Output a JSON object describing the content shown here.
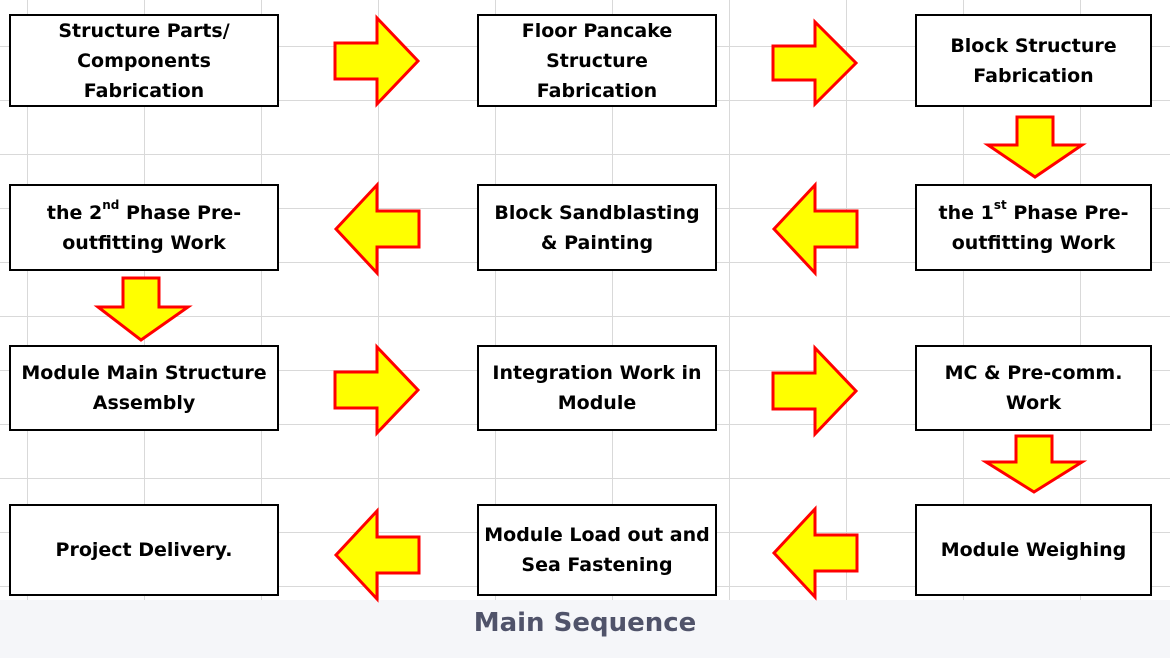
{
  "diagram": {
    "caption": "Main Sequence",
    "steps": [
      {
        "label": "Structure Parts/ Components Fabrication"
      },
      {
        "label": "Floor Pancake Structure Fabrication"
      },
      {
        "label": "Block Structure Fabrication"
      },
      {
        "prefix": "the 1",
        "sup": "st",
        "suffix": " Phase Pre-outfitting Work"
      },
      {
        "label": "Block Sandblasting & Painting"
      },
      {
        "prefix": "the 2",
        "sup": "nd",
        "suffix": " Phase Pre-outfitting Work"
      },
      {
        "label": "Module Main Structure Assembly"
      },
      {
        "label": "Integration Work in Module"
      },
      {
        "label": "MC & Pre-comm. Work"
      },
      {
        "label": "Module Weighing"
      },
      {
        "label": "Module Load out and Sea Fastening"
      },
      {
        "label": "Project Delivery."
      }
    ],
    "arrow_colors": {
      "fill": "#ffff00",
      "stroke": "#ff0000"
    }
  }
}
